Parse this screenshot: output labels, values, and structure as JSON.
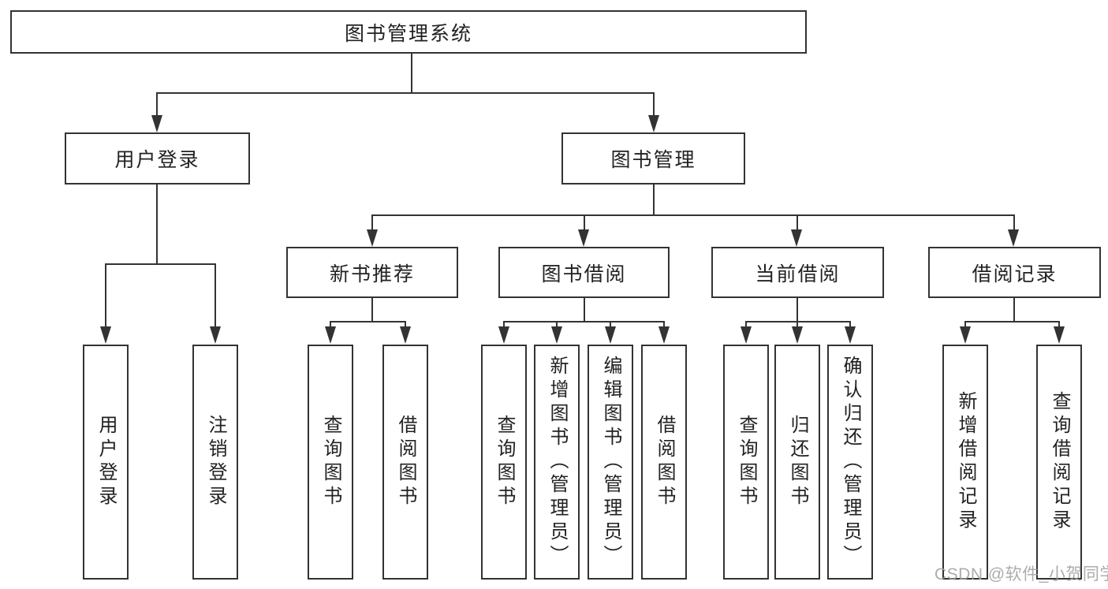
{
  "title": "图书管理系统",
  "watermark": "CSDN @软件_小贺同学",
  "colors": {
    "line": "#333333",
    "text": "#222222",
    "watermark": "#9e9e9e",
    "background": "#ffffff"
  },
  "level1": [
    "用户登录",
    "图书管理"
  ],
  "level2": [
    "新书推荐",
    "图书借阅",
    "当前借阅",
    "借阅记录"
  ],
  "leaves": {
    "user_login": [
      "用户登录",
      "注销登录"
    ],
    "new_book_recommend": [
      "查询图书",
      "借阅图书"
    ],
    "book_borrow": [
      "查询图书",
      "新增图书（管理员）",
      "编辑图书（管理员）",
      "借阅图书"
    ],
    "current_borrow": [
      "查询图书",
      "归还图书",
      "确认归还（管理员）"
    ],
    "borrow_records": [
      "新增借阅记录",
      "查询借阅记录"
    ]
  }
}
